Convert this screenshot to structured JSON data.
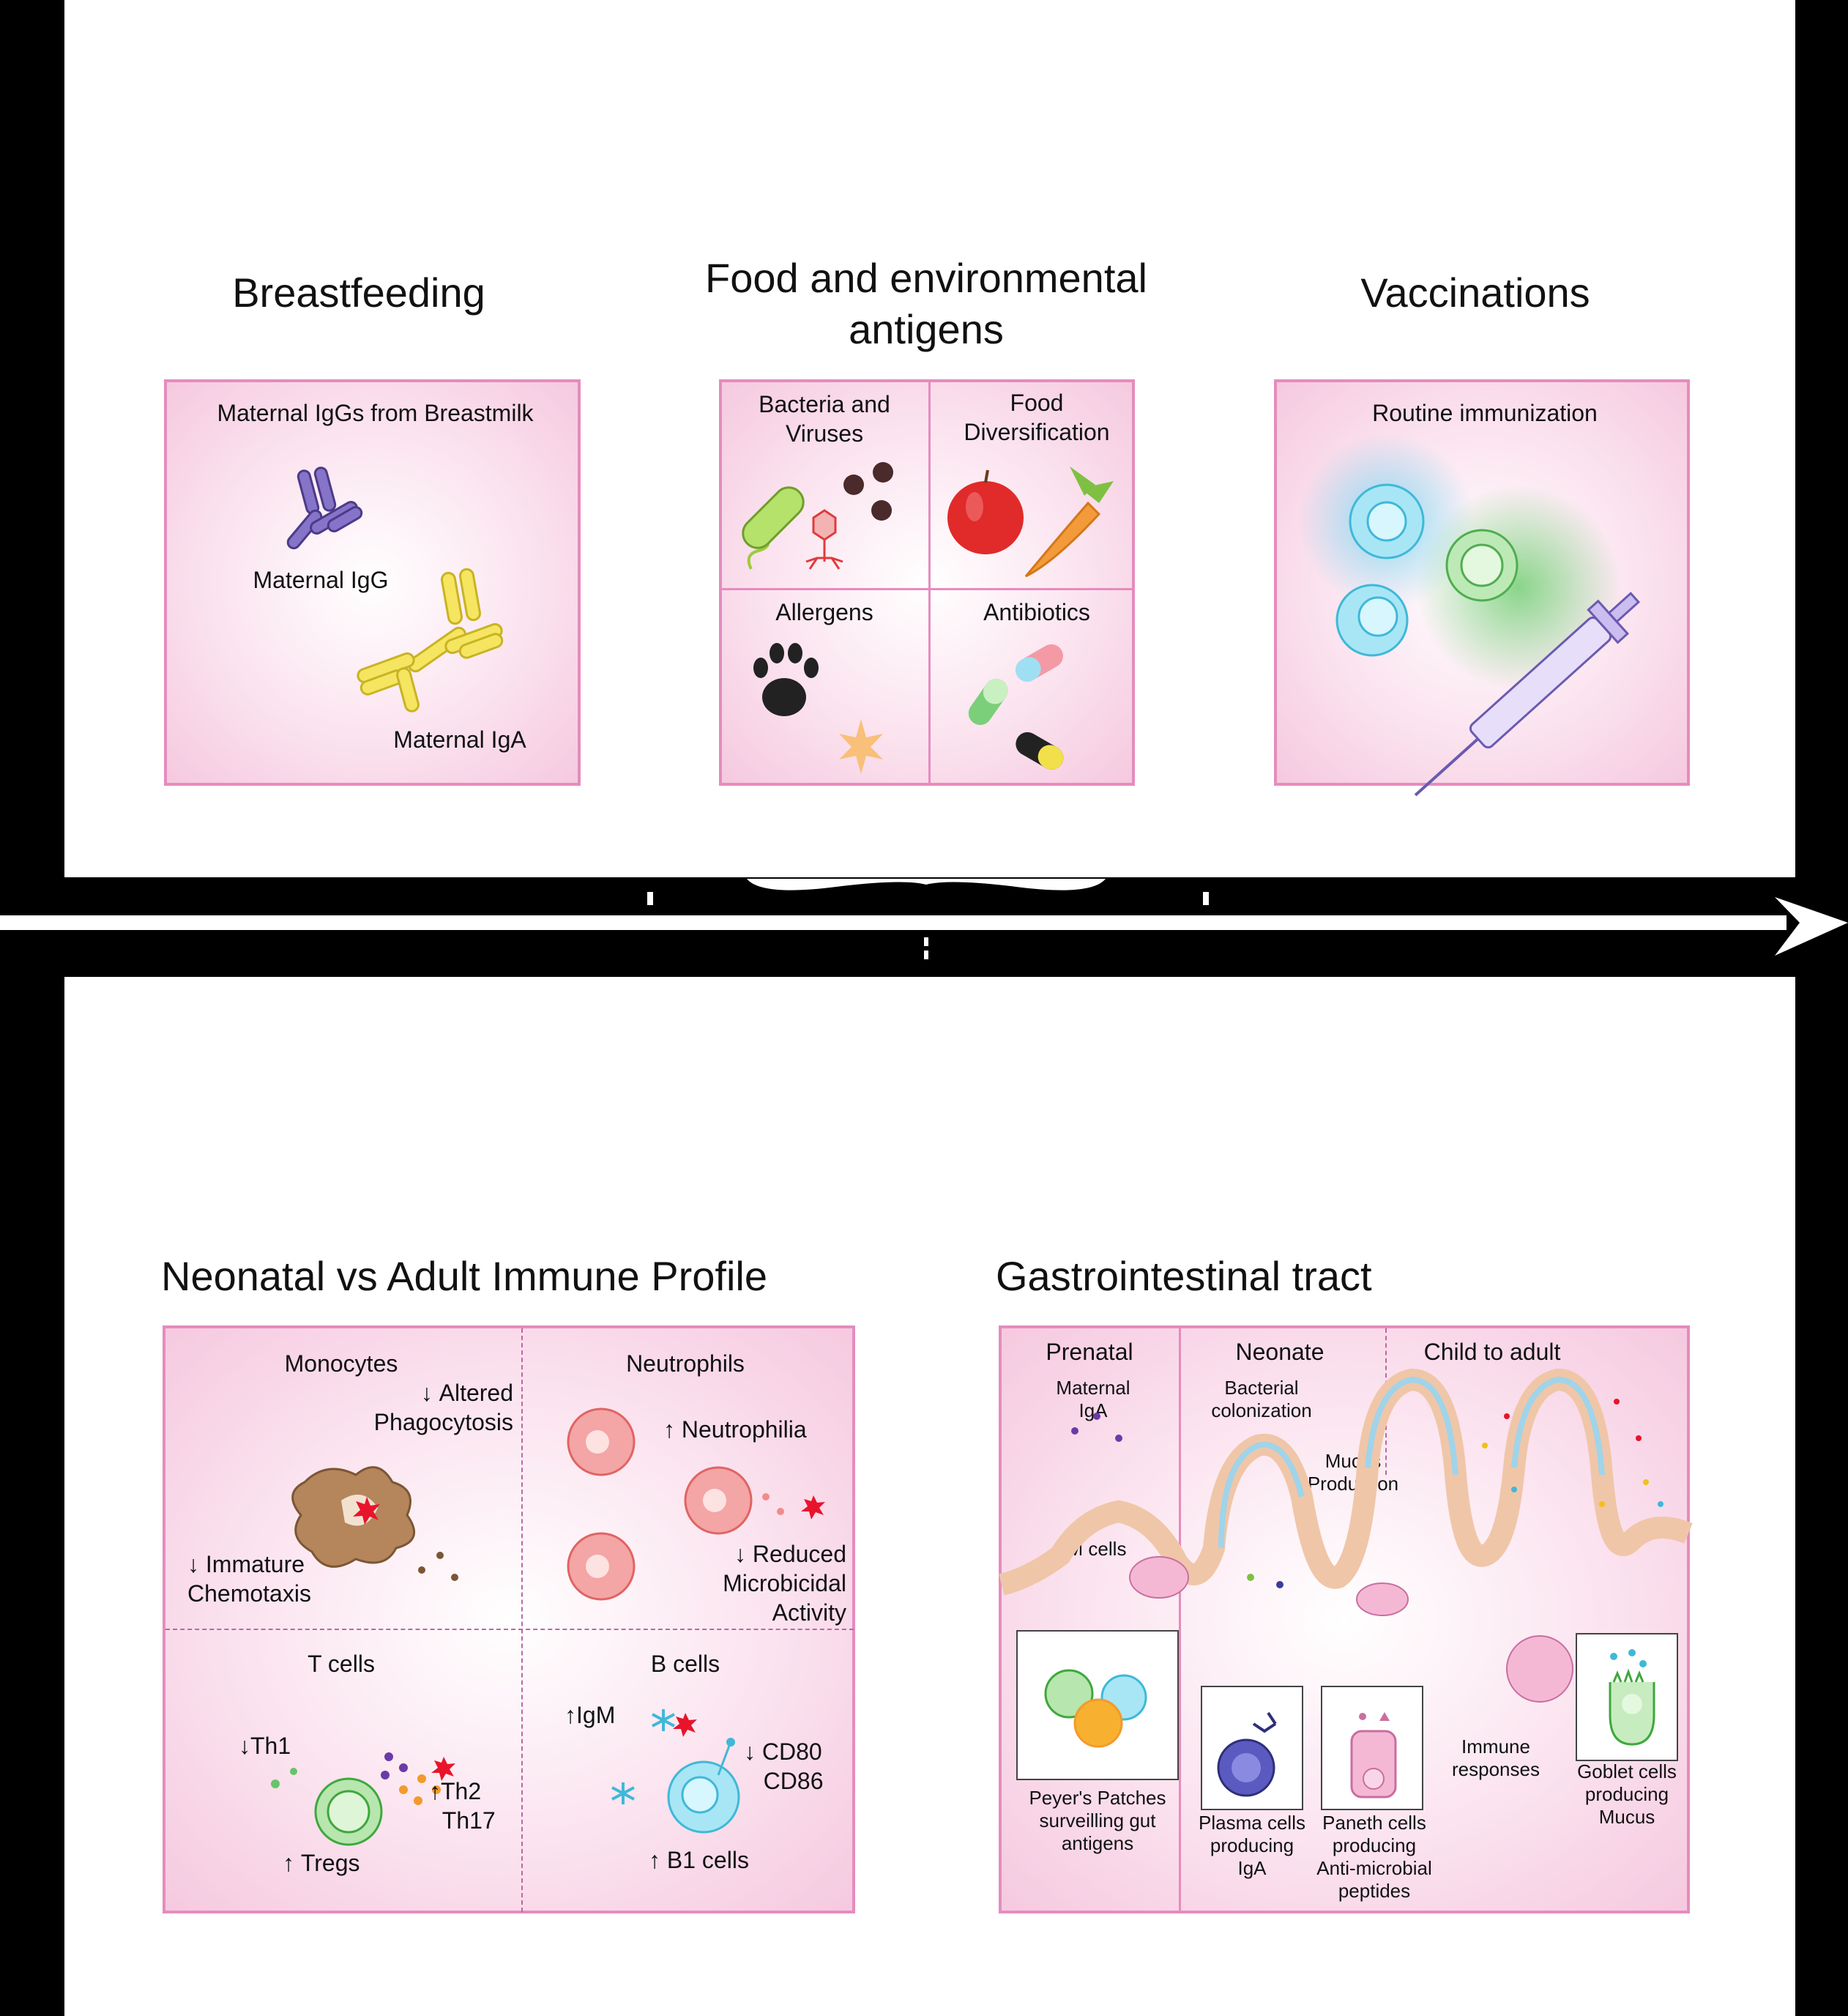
{
  "top": {
    "breastfeeding": {
      "title": "Breastfeeding",
      "box_title": "Maternal IgGs from Breastmilk",
      "igg": "Maternal IgG",
      "iga": "Maternal IgA"
    },
    "food": {
      "title": "Food and environmental antigens",
      "q1": "Bacteria and Viruses",
      "q2": "Food Diversification",
      "q3": "Allergens",
      "q4": "Antibiotics"
    },
    "vacc": {
      "title": "Vaccinations",
      "box_title": "Routine immunization"
    }
  },
  "bottom": {
    "immune": {
      "title": "Neonatal vs Adult Immune Profile",
      "monocytes": "Monocytes",
      "altered": "Altered Phagocytosis",
      "immature": "Immature Chemotaxis",
      "neutrophils": "Neutrophils",
      "neutrophilia": "Neutrophilia",
      "reduced": "Reduced Microbicidal Activity",
      "tcells": "T cells",
      "th1": "Th1",
      "th2": "Th2",
      "th17": "Th17",
      "tregs": "Tregs",
      "bcells": "B cells",
      "igm": "IgM",
      "cd80": "CD80",
      "cd86": "CD86",
      "b1": "B1 cells"
    },
    "gi": {
      "title": "Gastrointestinal tract",
      "prenatal": "Prenatal",
      "neonate": "Neonate",
      "child": "Child to adult",
      "maternal_iga": "Maternal IgA",
      "bacterial": "Bacterial colonization",
      "mucus": "Mucus Production",
      "mcells": "M cells",
      "peyers": "Peyer's Patches surveilling gut antigens",
      "plasma": "Plasma cells producing IgA",
      "paneth": "Paneth cells producing Anti-microbial peptides",
      "immune_resp": "Immune responses",
      "goblet": "Goblet cells producing Mucus"
    }
  },
  "colors": {
    "panel_border": "#e58cbd",
    "background": "#000000",
    "igg": "#7b66b8",
    "iga": "#f2e04a"
  }
}
